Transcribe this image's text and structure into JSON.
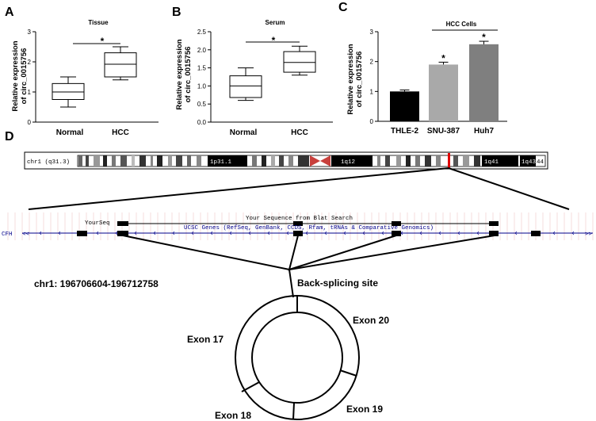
{
  "panels": {
    "a": "A",
    "b": "B",
    "c": "C",
    "d": "D"
  },
  "chart_data": [
    {
      "type": "box",
      "title": "Tissue",
      "ylabel": "Relative expression of circ_0015756",
      "ylim": [
        0,
        3
      ],
      "yticks": [
        "0",
        "1",
        "2",
        "3"
      ],
      "categories": [
        "Normal",
        "HCC"
      ],
      "boxes": [
        {
          "min": 0.5,
          "q1": 0.75,
          "median": 1.0,
          "q3": 1.28,
          "max": 1.5
        },
        {
          "min": 1.4,
          "q1": 1.5,
          "median": 1.92,
          "q3": 2.3,
          "max": 2.5
        }
      ],
      "significance": "*"
    },
    {
      "type": "box",
      "title": "Serum",
      "ylabel": "Relative expression of circ_0015756",
      "ylim": [
        0,
        2.5
      ],
      "yticks": [
        "0.0",
        "0.5",
        "1.0",
        "1.5",
        "2.0",
        "2.5"
      ],
      "categories": [
        "Normal",
        "HCC"
      ],
      "boxes": [
        {
          "min": 0.6,
          "q1": 0.68,
          "median": 1.0,
          "q3": 1.28,
          "max": 1.5
        },
        {
          "min": 1.3,
          "q1": 1.38,
          "median": 1.65,
          "q3": 1.95,
          "max": 2.1
        }
      ],
      "significance": "*"
    },
    {
      "type": "bar",
      "title": "HCC Cells",
      "ylabel": "Relative expression of circ_0015756",
      "ylim": [
        0,
        3
      ],
      "yticks": [
        "0",
        "1",
        "2",
        "3"
      ],
      "categories": [
        "THLE-2",
        "SNU-387",
        "Huh7"
      ],
      "values": [
        1.0,
        1.9,
        2.58
      ],
      "errors": [
        0.05,
        0.08,
        0.1
      ],
      "colors": [
        "#000000",
        "#a9a9a9",
        "#7f7f7f"
      ],
      "stars": [
        "",
        "*",
        "*"
      ]
    }
  ],
  "diagram": {
    "chromosome_label": "chr1 (q31.3)",
    "bands": [
      "1p31.1",
      "1q12",
      "1q41",
      "1q43",
      "44"
    ],
    "your_seq_label": "YourSeq",
    "blat_title": "Your Sequence from Blat Search",
    "ucsc_label": "UCSC Genes (RefSeq, GenBank, CCDS, Rfam, tRNAs & Comparative Genomics)",
    "gene_label": "CFH",
    "coords": "chr1: 196706604-196712758",
    "backsplice": "Back-splicing site",
    "exons": [
      "Exon 17",
      "Exon 18",
      "Exon 19",
      "Exon 20"
    ]
  }
}
